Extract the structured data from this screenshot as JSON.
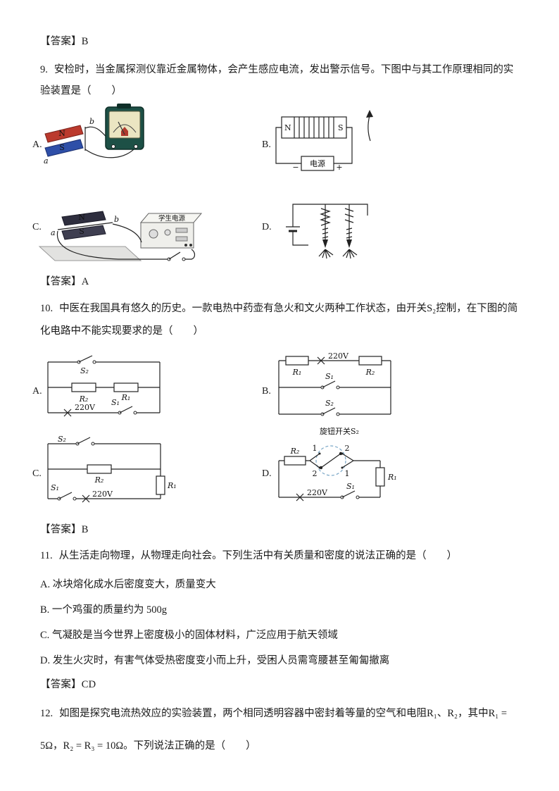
{
  "answers": {
    "prev": "【答案】B",
    "q9": "【答案】A",
    "q10": "【答案】B",
    "q11": "【答案】CD"
  },
  "q9": {
    "num": "9.",
    "stem": "安检时，当金属探测仪靠近金属物体，会产生感应电流，发出警示信号。下图中与其工作原理相同的实验装置是（　　）",
    "optA": "A.",
    "optB": "B.",
    "optC": "C.",
    "optD": "D.",
    "dA": {
      "N": "N",
      "S": "S",
      "a": "a",
      "b": "b"
    },
    "dB": {
      "N": "N",
      "S": "S",
      "power": "电源",
      "minus": "−",
      "plus": "+"
    },
    "dC": {
      "supply": "学生电源",
      "N": "N",
      "S": "S",
      "a": "a",
      "b": "b"
    }
  },
  "q10": {
    "num": "10.",
    "stem": "中医在我国具有悠久的历史。一款电热中药壶有急火和文火两种工作状态，由开关S₂控制，在下图的简化电路中不能实现要求的是（　　）",
    "optA": "A.",
    "optB": "B.",
    "optC": "C.",
    "optD": "D.",
    "dA": {
      "S2": "S₂",
      "R2": "R₂",
      "R1": "R₁",
      "S1": "S₁",
      "V": "220V"
    },
    "dB": {
      "R1": "R₁",
      "V": "220V",
      "R2": "R₂",
      "S1": "S₁",
      "S2": "S₂"
    },
    "dC": {
      "S2": "S₂",
      "R2": "R₂",
      "R1": "R₁",
      "S1": "S₁",
      "V": "220V"
    },
    "dD": {
      "title": "旋钮开关S₂",
      "R2": "R₂",
      "R1": "R₁",
      "S1": "S₁",
      "V": "220V",
      "tl": "1",
      "tr": "2",
      "bl": "2",
      "br": "1"
    }
  },
  "q11": {
    "num": "11.",
    "stem": "从生活走向物理，从物理走向社会。下列生活中有关质量和密度的说法正确的是（　　）",
    "optA": "A. 冰块熔化成水后密度变大，质量变大",
    "optB": "B. 一个鸡蛋的质量约为 500g",
    "optC": "C. 气凝胶是当今世界上密度极小的固体材料，广泛应用于航天领域",
    "optD": "D. 发生火灾时，有害气体受热密度变小而上升，受困人员需弯腰甚至匍匐撤离"
  },
  "q12": {
    "num": "12.",
    "stem": "如图是探究电流热效应的实验装置，两个相同透明容器中密封着等量的空气和电阻R₁、R₂，其中R₁ = 5Ω，R₂ = R₃ = 10Ω。下列说法正确的是（　　）"
  }
}
